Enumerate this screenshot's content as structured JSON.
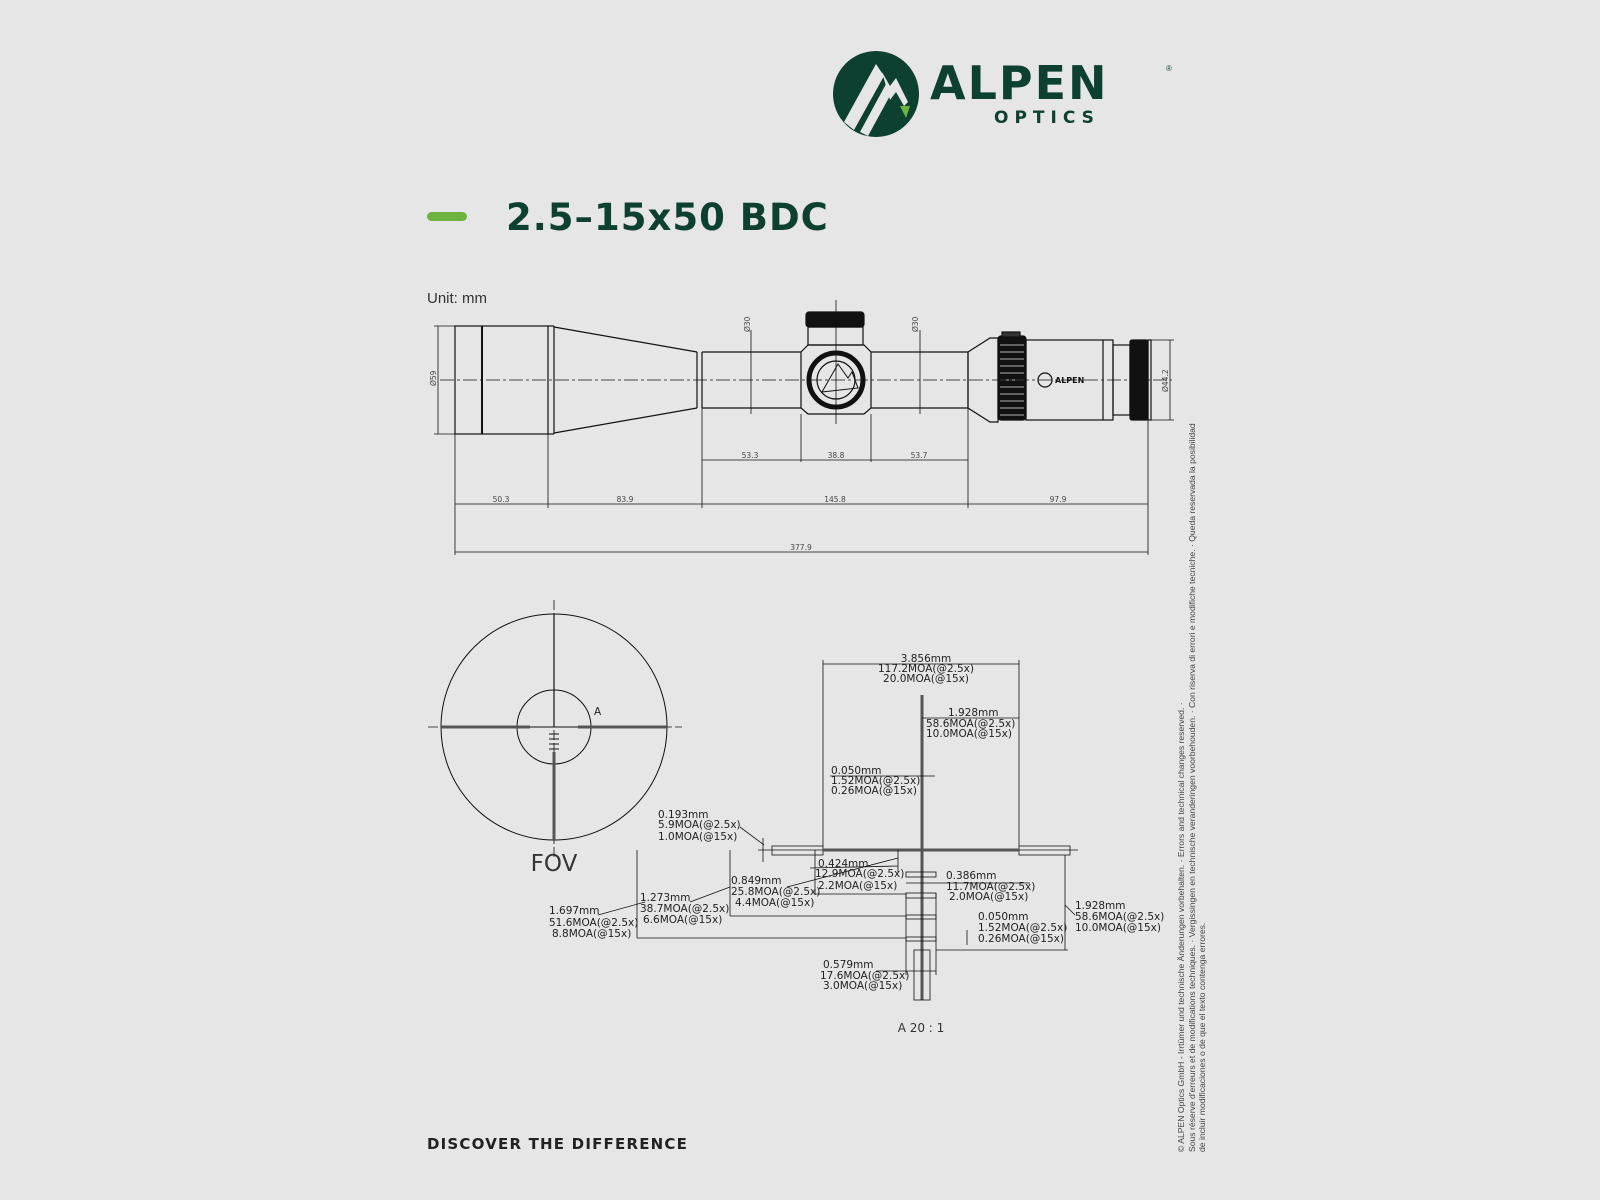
{
  "brand": {
    "name": "ALPEN",
    "sub": "OPTICS",
    "registered": "®",
    "colors": {
      "dark_green": "#0e4031",
      "accent_green": "#6db33f",
      "background": "#e6e6e6"
    }
  },
  "product": {
    "title": "2.5–15x50 BDC",
    "unit_label": "Unit: mm"
  },
  "side_drawing": {
    "diameters": {
      "objective": "Ø59",
      "tube_front": "Ø30",
      "tube_rear": "Ø30",
      "eyepiece": "Ø44.2"
    },
    "upper_dims": [
      "53.3",
      "38.8",
      "53.7"
    ],
    "lower_dims": [
      "50.3",
      "83.9",
      "145.8",
      "97.9"
    ],
    "overall": "377.9"
  },
  "reticle": {
    "fov_label": "FOV",
    "detail_marker": "A",
    "detail_scale": "A 20 : 1",
    "callouts": [
      {
        "id": "span",
        "mm": "3.856mm",
        "moa_low": "117.2MOA(@2.5x)",
        "moa_high": "20.0MOA(@15x)"
      },
      {
        "id": "half-span",
        "mm": "1.928mm",
        "moa_low": "58.6MOA(@2.5x)",
        "moa_high": "10.0MOA(@15x)"
      },
      {
        "id": "line-width",
        "mm": "0.050mm",
        "moa_low": "1.52MOA(@2.5x)",
        "moa_high": "0.26MOA(@15x)"
      },
      {
        "id": "thick-bar",
        "mm": "0.193mm",
        "moa_low": "5.9MOA(@2.5x)",
        "moa_high": "1.0MOA(@15x)"
      },
      {
        "id": "drop-1",
        "mm": "0.424mm",
        "moa_low": "12.9MOA(@2.5x)",
        "moa_high": "2.2MOA(@15x)"
      },
      {
        "id": "drop-2",
        "mm": "0.849mm",
        "moa_low": "25.8MOA(@2.5x)",
        "moa_high": "4.4MOA(@15x)"
      },
      {
        "id": "drop-3",
        "mm": "1.273mm",
        "moa_low": "38.7MOA(@2.5x)",
        "moa_high": "6.6MOA(@15x)"
      },
      {
        "id": "drop-4",
        "mm": "1.697mm",
        "moa_low": "51.6MOA(@2.5x)",
        "moa_high": "8.8MOA(@15x)"
      },
      {
        "id": "hash-width",
        "mm": "0.386mm",
        "moa_low": "11.7MOA(@2.5x)",
        "moa_high": "2.0MOA(@15x)"
      },
      {
        "id": "hash-line",
        "mm": "0.050mm",
        "moa_low": "1.52MOA(@2.5x)",
        "moa_high": "0.26MOA(@15x)"
      },
      {
        "id": "right-drop",
        "mm": "1.928mm",
        "moa_low": "58.6MOA(@2.5x)",
        "moa_high": "10.0MOA(@15x)"
      },
      {
        "id": "post-width",
        "mm": "0.579mm",
        "moa_low": "17.6MOA(@2.5x)",
        "moa_high": "3.0MOA(@15x)"
      }
    ]
  },
  "footer": {
    "tagline": "DISCOVER THE DIFFERENCE",
    "disclaimer": [
      "© ALPEN Optics GmbH - Irrtümer und technische Änderungen vorbehalten. · Errors and technical changes reserved. ·",
      "Sous réserve d'erreurs et de modifications techniques. · Vergissingen en technische veranderingen voorbehouden. · Con riserva di errori e modifiche tecniche. · Queda reservada la posibilidad",
      "de incluir modificaciones o de que el texto contenga errores."
    ]
  }
}
